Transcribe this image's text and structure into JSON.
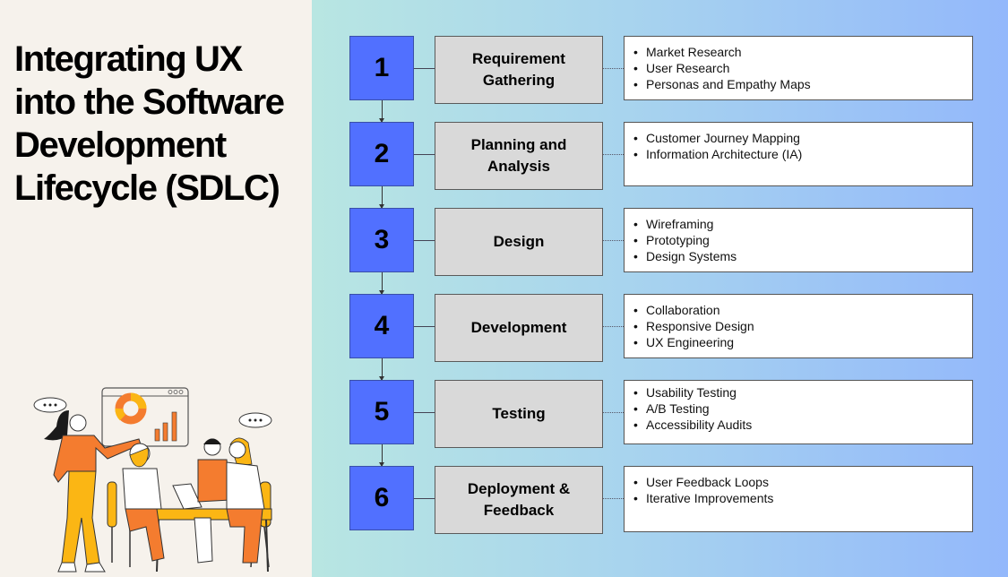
{
  "title": {
    "lines": [
      "Integrating UX",
      "into the Software",
      "Development",
      "Lifecycle (SDLC)"
    ]
  },
  "illustration": {
    "description": "Team meeting around a table with a presenter pointing at a dashboard showing a donut chart and bar chart",
    "colors": {
      "orange": "#f47c2f",
      "yellow": "#fbb614",
      "outline": "#1a1a1a",
      "skin": "#ffffff"
    }
  },
  "colors": {
    "step_number_bg": "#5170ff",
    "phase_bg": "#d9d9d9",
    "detail_bg": "#ffffff",
    "gradient_start": "#b8e6e2",
    "gradient_end": "#93b8fb",
    "left_bg": "#f6f2ec"
  },
  "steps": [
    {
      "number": "1",
      "phase": "Requirement Gathering",
      "items": [
        "Market Research",
        "User Research",
        "Personas and Empathy Maps"
      ]
    },
    {
      "number": "2",
      "phase": "Planning and Analysis",
      "items": [
        "Customer Journey Mapping",
        "Information Architecture (IA)"
      ]
    },
    {
      "number": "3",
      "phase": "Design",
      "items": [
        "Wireframing",
        "Prototyping",
        "Design Systems"
      ]
    },
    {
      "number": "4",
      "phase": "Development",
      "items": [
        "Collaboration",
        "Responsive Design",
        "UX Engineering"
      ]
    },
    {
      "number": "5",
      "phase": "Testing",
      "items": [
        "Usability Testing",
        "A/B Testing",
        "Accessibility Audits"
      ]
    },
    {
      "number": "6",
      "phase": "Deployment & Feedback",
      "items": [
        "User Feedback Loops",
        "Iterative Improvements"
      ]
    }
  ]
}
